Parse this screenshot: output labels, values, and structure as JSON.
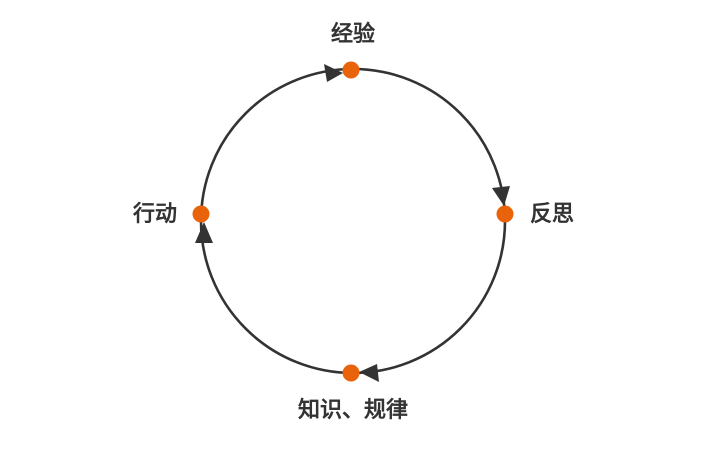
{
  "diagram": {
    "stroke_color": "#333333",
    "node_color": "#e8630a",
    "nodes": {
      "top": "经验",
      "right": "反思",
      "bottom": "知识、规律",
      "left": "行动"
    },
    "flow_direction": "clockwise"
  }
}
